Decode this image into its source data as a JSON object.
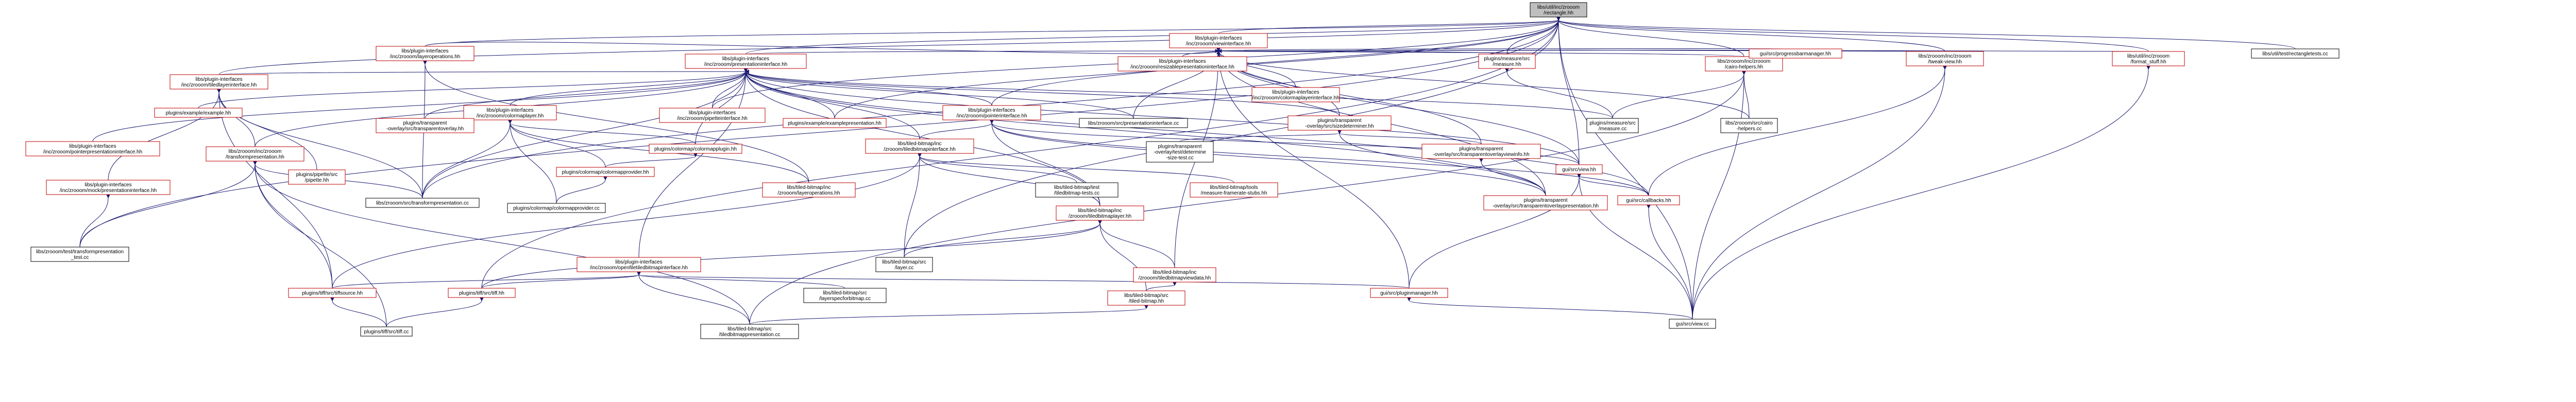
{
  "title": "libs/util/inc/zrooom/rectangle.hh",
  "nodes": [
    {
      "id": "n0",
      "lines": [
        "libs/util/inc/zrooom",
        "/rectangle.hh"
      ],
      "root": true
    },
    {
      "id": "n1",
      "lines": [
        "libs/plugin-interfaces",
        "/inc/zrooom/viewinterface.hh"
      ]
    },
    {
      "id": "n2",
      "lines": [
        "libs/plugin-interfaces",
        "/inc/zrooom/presentationinterface.hh"
      ]
    },
    {
      "id": "n3",
      "lines": [
        "libs/plugin-interfaces",
        "/inc/zrooom/layeroperations.hh"
      ]
    },
    {
      "id": "n4",
      "lines": [
        "libs/plugin-interfaces",
        "/inc/zrooom/tiledlayerinterface.hh"
      ]
    },
    {
      "id": "n5",
      "lines": [
        "libs/plugin-interfaces",
        "/inc/zrooom/pipetteinterface.hh"
      ]
    },
    {
      "id": "n6",
      "lines": [
        "libs/plugin-interfaces",
        "/inc/zrooom/colormaplayerinterface.hh"
      ]
    },
    {
      "id": "n7",
      "lines": [
        "libs/plugin-interfaces",
        "/inc/zrooom/resizablepresentationinterface.hh"
      ]
    },
    {
      "id": "n8",
      "lines": [
        "plugins/measure/src",
        "/measure.hh"
      ]
    },
    {
      "id": "n9",
      "lines": [
        "libs/zrooom/inc/zrooom",
        "/cairo-helpers.hh"
      ]
    },
    {
      "id": "n10",
      "lines": [
        "gui/src/progressbarmanager.hh"
      ]
    },
    {
      "id": "n11",
      "lines": [
        "libs/zrooom/inc/zrooom",
        "/tweak-view.hh"
      ]
    },
    {
      "id": "n12",
      "lines": [
        "libs/util/inc/zrooom",
        "/format_stuff.hh"
      ]
    },
    {
      "id": "n13",
      "lines": [
        "libs/util/test/rectangletests.cc"
      ],
      "black": true
    },
    {
      "id": "n14",
      "lines": [
        "plugins/example/example.hh"
      ]
    },
    {
      "id": "n15",
      "lines": [
        "libs/plugin-interfaces",
        "/inc/zrooom/colormaplayer.hh"
      ]
    },
    {
      "id": "n16",
      "lines": [
        "plugins/transparent",
        "-overlay/src/transparentoverlay.hh"
      ]
    },
    {
      "id": "n17",
      "lines": [
        "plugins/example/examplepresentation.hh"
      ]
    },
    {
      "id": "n18",
      "lines": [
        "libs/plugin-interfaces",
        "/inc/zrooom/pointerinterface.hh"
      ]
    },
    {
      "id": "n19",
      "lines": [
        "libs/zrooom/src/presentationinterface.cc"
      ],
      "black": true
    },
    {
      "id": "n20",
      "lines": [
        "plugins/transparent",
        "-overlay/src/sizedeterminer.hh"
      ]
    },
    {
      "id": "n21",
      "lines": [
        "plugins/measure/src",
        "/measure.cc"
      ],
      "black": true
    },
    {
      "id": "n22",
      "lines": [
        "libs/zrooom/src/cairo",
        "-helpers.cc"
      ],
      "black": true
    },
    {
      "id": "n23",
      "lines": [
        "libs/plugin-interfaces",
        "/inc/zrooom/pointerpresentationinterface.hh"
      ]
    },
    {
      "id": "n24",
      "lines": [
        "libs/zrooom/inc/zrooom",
        "/transformpresentation.hh"
      ]
    },
    {
      "id": "n25",
      "lines": [
        "plugins/pipette/src",
        "/pipette.hh"
      ]
    },
    {
      "id": "n26",
      "lines": [
        "plugins/colormap/colormapprovider.hh"
      ]
    },
    {
      "id": "n27",
      "lines": [
        "plugins/colormap/colormapplugin.hh"
      ]
    },
    {
      "id": "n28",
      "lines": [
        "libs/tiled-bitmap/inc",
        "/zrooom/tiledbitmapinterface.hh"
      ]
    },
    {
      "id": "n29",
      "lines": [
        "plugins/transparent",
        "-overlay/test/determine",
        "-size-test.cc"
      ],
      "black": true
    },
    {
      "id": "n30",
      "lines": [
        "plugins/transparent",
        "-overlay/src/transparentoverlayviewinfo.hh"
      ]
    },
    {
      "id": "n31",
      "lines": [
        "gui/src/view.hh"
      ]
    },
    {
      "id": "n32",
      "lines": [
        "libs/plugin-interfaces",
        "/inc/zrooom/mock/presentationinterface.hh"
      ]
    },
    {
      "id": "n33",
      "lines": [
        "libs/zrooom/src/transformpresentation.cc"
      ],
      "black": true
    },
    {
      "id": "n34",
      "lines": [
        "plugins/colormap/colormapprovider.cc"
      ],
      "black": true
    },
    {
      "id": "n35",
      "lines": [
        "libs/tiled-bitmap/inc",
        "/zrooom/layeroperations.hh"
      ]
    },
    {
      "id": "n36",
      "lines": [
        "libs/tiled-bitmap/test",
        "/tiledbitmap-tests.cc"
      ],
      "black": true
    },
    {
      "id": "n37",
      "lines": [
        "libs/tiled-bitmap/inc",
        "/zrooom/tiledbitmaplayer.hh"
      ]
    },
    {
      "id": "n38",
      "lines": [
        "libs/tiled-bitmap/tools",
        "/measure-framerate-stubs.hh"
      ]
    },
    {
      "id": "n39",
      "lines": [
        "plugins/transparent",
        "-overlay/src/transparentoverlaypresentation.hh"
      ]
    },
    {
      "id": "n40",
      "lines": [
        "gui/src/callbacks.hh"
      ]
    },
    {
      "id": "n41",
      "lines": [
        "libs/zrooom/test/transformpresentation",
        "_test.cc"
      ],
      "black": true
    },
    {
      "id": "n42",
      "lines": [
        "libs/plugin-interfaces",
        "/inc/zrooom/openfiletiledbitmapinterface.hh"
      ]
    },
    {
      "id": "n43",
      "lines": [
        "libs/tiled-bitmap/src",
        "/layer.cc"
      ],
      "black": true
    },
    {
      "id": "n44",
      "lines": [
        "libs/tiled-bitmap/inc",
        "/zrooom/tiledbitmapviewdata.hh"
      ]
    },
    {
      "id": "n45",
      "lines": [
        "plugins/tiff/src/tiffsource.hh"
      ]
    },
    {
      "id": "n46",
      "lines": [
        "plugins/tiff/src/tiff.hh"
      ]
    },
    {
      "id": "n47",
      "lines": [
        "libs/tiled-bitmap/src",
        "/layerspecforbitmap.cc"
      ],
      "black": true
    },
    {
      "id": "n48",
      "lines": [
        "libs/tiled-bitmap/src",
        "/tiled-bitmap.hh"
      ]
    },
    {
      "id": "n49",
      "lines": [
        "gui/src/pluginmanager.hh"
      ]
    },
    {
      "id": "n50",
      "lines": [
        "plugins/tiff/src/tiff.cc"
      ],
      "black": true
    },
    {
      "id": "n51",
      "lines": [
        "libs/tiled-bitmap/src",
        "/tiledbitmappresentation.cc"
      ],
      "black": true
    },
    {
      "id": "n52",
      "lines": [
        "gui/src/view.cc"
      ],
      "black": true
    }
  ]
}
